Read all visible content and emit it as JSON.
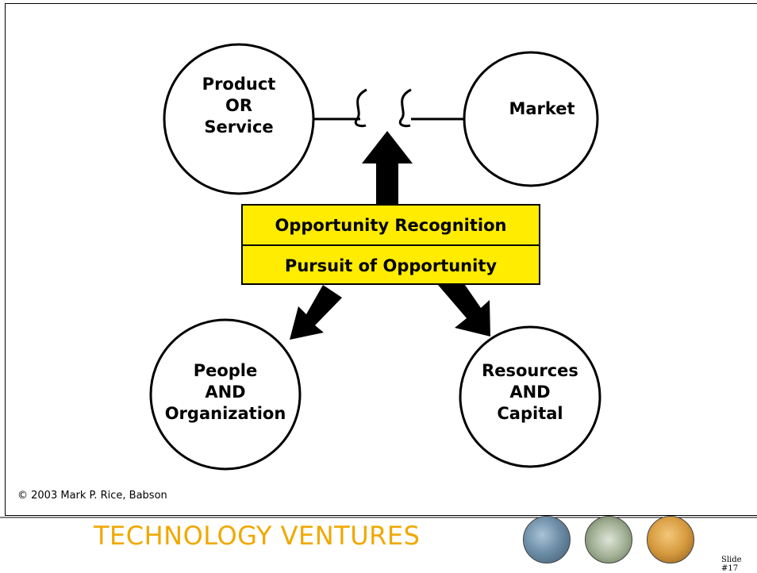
{
  "nodes": {
    "product": [
      "Product",
      "OR",
      "Service"
    ],
    "market": [
      "Market"
    ],
    "people": [
      "People",
      "AND",
      "Organization"
    ],
    "resources": [
      "Resources",
      "AND",
      "Capital"
    ]
  },
  "center": {
    "top": "Opportunity Recognition",
    "bottom": "Pursuit of Opportunity"
  },
  "footer": {
    "copyright": "© 2003 Mark P. Rice, Babson",
    "title": "TECHNOLOGY VENTURES",
    "slide": "Slide #17"
  },
  "colors": {
    "box_fill": "#ffec00",
    "footer_title": "#f0a800"
  }
}
